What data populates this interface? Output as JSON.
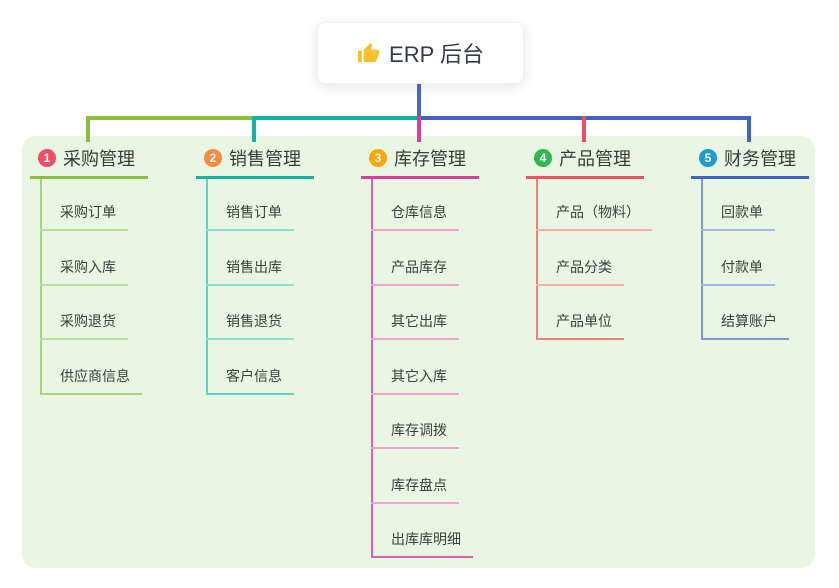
{
  "root": {
    "title": "ERP 后台",
    "icon": "thumbs-up-icon",
    "icon_color": "#f5c12c",
    "card_bg": "#ffffff",
    "text_color": "#333b4c"
  },
  "canvas": {
    "panel_color": "#e8f6e3",
    "background": "#ffffff",
    "trunk_color": "#4a64c9"
  },
  "branches": [
    {
      "num": "1",
      "title": "采购管理",
      "badge_color": "#ef4e66",
      "line_color": "#8cbe3f",
      "light_color": "#bcdf9b",
      "mid_color": "#a6d37e",
      "children": [
        "采购订单",
        "采购入库",
        "采购退货",
        "供应商信息"
      ]
    },
    {
      "num": "2",
      "title": "销售管理",
      "badge_color": "#f68c42",
      "line_color": "#13b2a6",
      "light_color": "#8edcd4",
      "mid_color": "#62cfc4",
      "children": [
        "销售订单",
        "销售出库",
        "销售退货",
        "客户信息"
      ]
    },
    {
      "num": "3",
      "title": "库存管理",
      "badge_color": "#fba60d",
      "line_color": "#d83da0",
      "light_color": "#f2a2d4",
      "mid_color": "#e35cb0",
      "children": [
        "仓库信息",
        "产品库存",
        "其它出库",
        "其它入库",
        "库存调拨",
        "库存盘点",
        "出库库明细"
      ]
    },
    {
      "num": "4",
      "title": "产品管理",
      "badge_color": "#2fb84f",
      "line_color": "#f2505e",
      "light_color": "#f9aea7",
      "mid_color": "#f67d77",
      "children": [
        "产品（物料）",
        "产品分类",
        "产品单位"
      ]
    },
    {
      "num": "5",
      "title": "财务管理",
      "badge_color": "#1e9ad6",
      "line_color": "#3f63c7",
      "light_color": "#a3b6e7",
      "mid_color": "#7c97da",
      "children": [
        "回款单",
        "付款单",
        "结算账户"
      ]
    }
  ]
}
